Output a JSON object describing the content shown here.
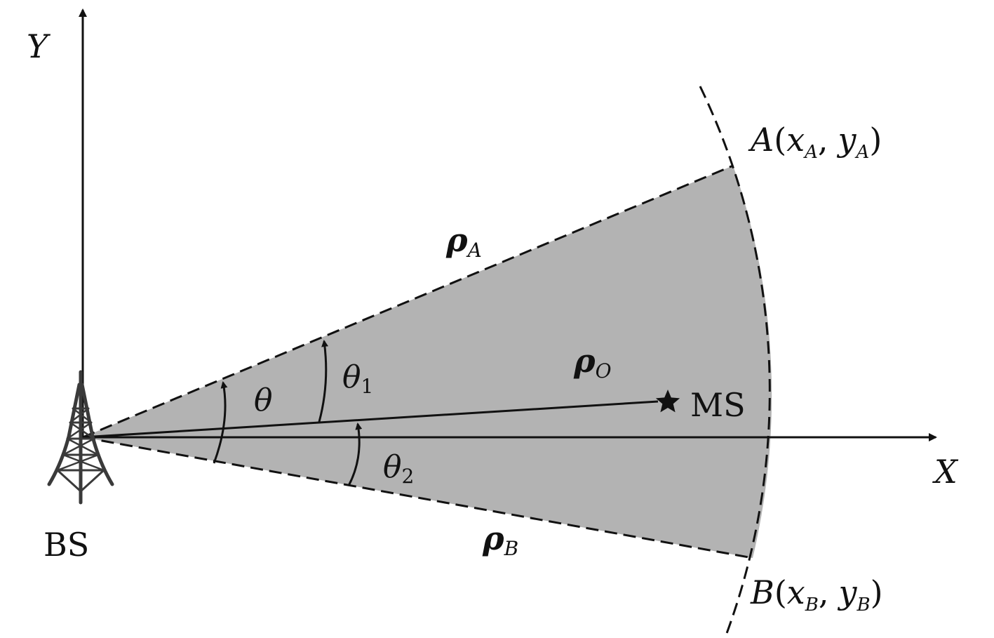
{
  "colors": {
    "sector_fill": "#b3b3b3",
    "stroke": "#111111",
    "tower": "#3a3a3a"
  },
  "axes": {
    "x_label": "X",
    "y_label": "Y"
  },
  "base_station": {
    "label": "BS",
    "icon": "cell-tower-icon"
  },
  "mobile_station": {
    "label": "MS",
    "icon": "star-icon"
  },
  "points": {
    "a": {
      "name": "A",
      "open": "(",
      "x": "x",
      "x_sub": "A",
      "sep": ",",
      "y": "y",
      "y_sub": "A",
      "close": ")"
    },
    "b": {
      "name": "B",
      "open": "(",
      "x": "x",
      "x_sub": "B",
      "sep": ",",
      "y": "y",
      "y_sub": "B",
      "close": ")"
    }
  },
  "vectors": {
    "rho_a": {
      "sym": "ρ",
      "sub": "A"
    },
    "rho_o": {
      "sym": "ρ",
      "sub": "O"
    },
    "rho_b": {
      "sym": "ρ",
      "sub": "B"
    }
  },
  "angles": {
    "theta": {
      "sym": "θ",
      "sub": ""
    },
    "theta1": {
      "sym": "θ",
      "sub": "1"
    },
    "theta2": {
      "sym": "θ",
      "sub": "2"
    }
  }
}
